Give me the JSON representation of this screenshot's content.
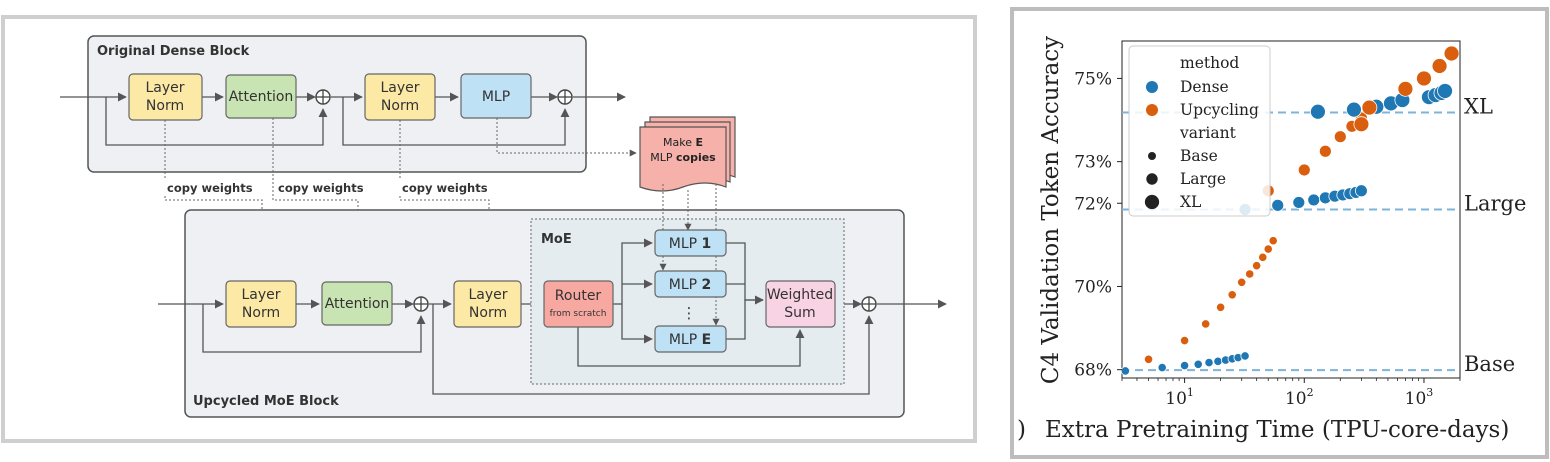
{
  "diagram": {
    "dense_block": {
      "title": "Original Dense Block",
      "layer_norm_1": [
        "Layer",
        "Norm"
      ],
      "attention": "Attention",
      "layer_norm_2": [
        "Layer",
        "Norm"
      ],
      "mlp": "MLP"
    },
    "copies_doc": {
      "line1_prefix": "Make ",
      "line1_bold": "E",
      "line2_prefix": "MLP ",
      "line2_bold": "copies"
    },
    "copy_labels": [
      "copy weights",
      "copy weights",
      "copy weights"
    ],
    "moe_block": {
      "title": "Upcycled MoE Block",
      "layer_norm_1": [
        "Layer",
        "Norm"
      ],
      "attention": "Attention",
      "layer_norm_2": [
        "Layer",
        "Norm"
      ],
      "moe_title": "MoE",
      "router_title": "Router",
      "router_sub": "from scratch",
      "experts": [
        {
          "prefix": "MLP ",
          "bold": "1"
        },
        {
          "prefix": "MLP ",
          "bold": "2"
        },
        {
          "prefix": "MLP ",
          "bold": "E"
        }
      ],
      "ellipsis": "⋮",
      "weighted_sum": [
        "Weighted",
        "Sum"
      ]
    },
    "plus_symbol": "⊕"
  },
  "chart_data": {
    "type": "scatter",
    "x_scale": "log",
    "xlim": [
      3,
      2000
    ],
    "ylim": [
      67.8,
      75.9
    ],
    "xlabel": "Extra Pretraining Time (TPU-core-days)",
    "xlabel_prefix": ")",
    "ylabel": "C4 Validation Token Accuracy",
    "x_ticks": [
      {
        "value": 10,
        "base": "10",
        "exp": "1"
      },
      {
        "value": 100,
        "base": "10",
        "exp": "2"
      },
      {
        "value": 1000,
        "base": "10",
        "exp": "3"
      }
    ],
    "y_ticks": [
      {
        "value": 68,
        "label": "68%"
      },
      {
        "value": 70,
        "label": "70%"
      },
      {
        "value": 72,
        "label": "72%"
      },
      {
        "value": 73,
        "label": "73%"
      },
      {
        "value": 75,
        "label": "75%"
      }
    ],
    "colors": {
      "Dense": "#1f77b4",
      "Upcycling": "#d95f0e",
      "baseline": "#7fb3d8"
    },
    "baselines": [
      {
        "label": "Base",
        "y": 67.99
      },
      {
        "label": "Large",
        "y": 71.85
      },
      {
        "label": "XL",
        "y": 74.18
      }
    ],
    "legend": {
      "placement": "top-left",
      "method_title": "method",
      "variant_title": "variant",
      "methods": [
        "Dense",
        "Upcycling"
      ],
      "variants": [
        "Base",
        "Large",
        "XL"
      ]
    },
    "series": [
      {
        "name": "Dense",
        "variant": "Base",
        "x": [
          3.2,
          6.5,
          10,
          13,
          16,
          19,
          22,
          25,
          28,
          32
        ],
        "y": [
          67.97,
          68.05,
          68.1,
          68.13,
          68.17,
          68.2,
          68.23,
          68.26,
          68.29,
          68.33
        ]
      },
      {
        "name": "Upcycling",
        "variant": "Base",
        "x": [
          5,
          10,
          15,
          20,
          25,
          30,
          35,
          40,
          45,
          50,
          55
        ],
        "y": [
          68.25,
          68.7,
          69.1,
          69.5,
          69.8,
          70.1,
          70.3,
          70.5,
          70.7,
          70.9,
          71.1
        ]
      },
      {
        "name": "Dense",
        "variant": "Large",
        "x": [
          32,
          60,
          90,
          120,
          150,
          180,
          210,
          240,
          270,
          300
        ],
        "y": [
          71.85,
          71.95,
          72.02,
          72.08,
          72.13,
          72.17,
          72.2,
          72.23,
          72.26,
          72.3
        ]
      },
      {
        "name": "Upcycling",
        "variant": "Large",
        "x": [
          50,
          100,
          150,
          200,
          250,
          300
        ],
        "y": [
          72.3,
          72.8,
          73.25,
          73.6,
          73.85,
          74.05
        ]
      },
      {
        "name": "Dense",
        "variant": "XL",
        "x": [
          130,
          260,
          400,
          530,
          660,
          1100,
          1250,
          1400,
          1500
        ],
        "y": [
          74.2,
          74.25,
          74.32,
          74.4,
          74.48,
          74.55,
          74.6,
          74.65,
          74.7
        ]
      },
      {
        "name": "Upcycling",
        "variant": "XL",
        "x": [
          300,
          350,
          700,
          1000,
          1350,
          1700
        ],
        "y": [
          73.9,
          74.3,
          74.75,
          75.0,
          75.3,
          75.6
        ]
      }
    ]
  }
}
